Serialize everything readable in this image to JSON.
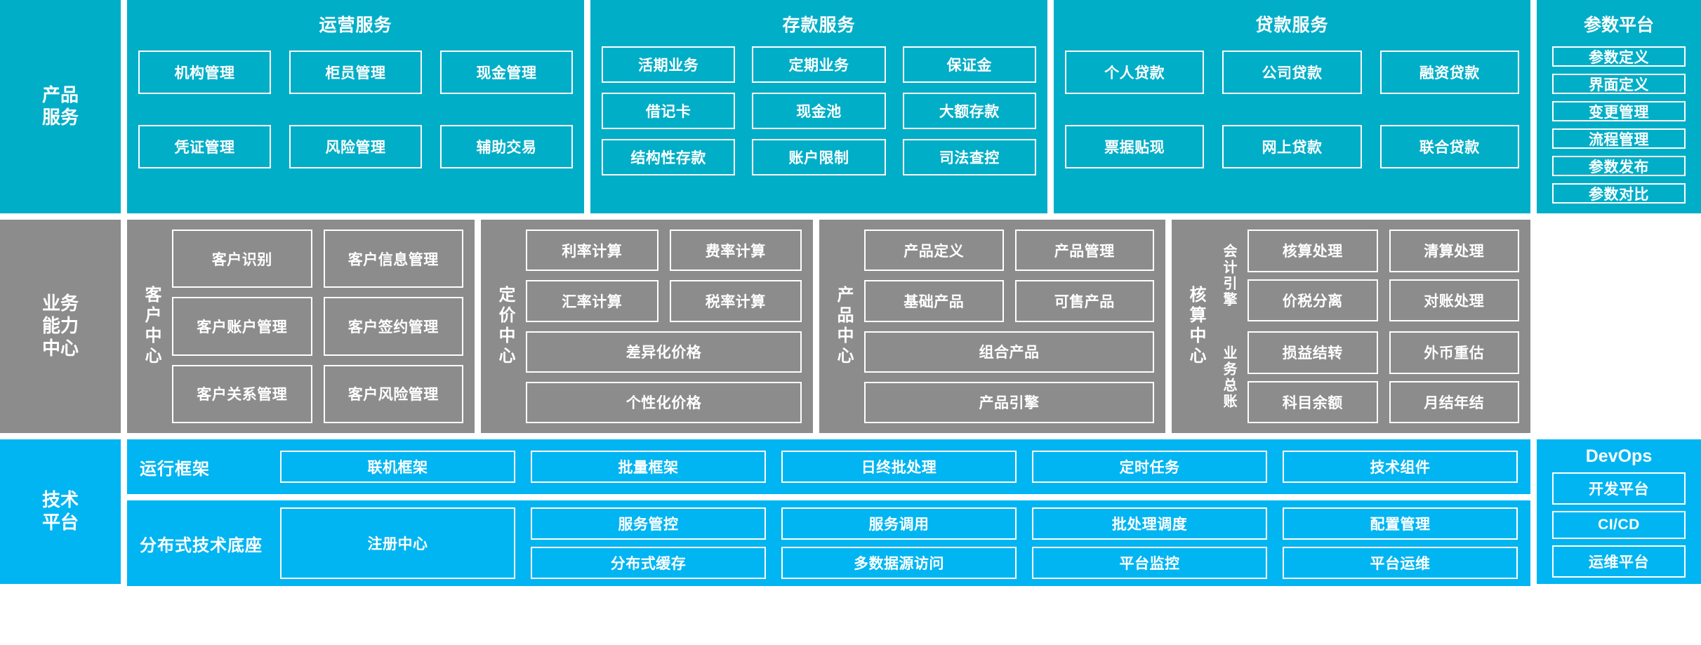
{
  "colors": {
    "product_band": "#00AEC7",
    "capability_band": "#8C8C8C",
    "tech_band": "#00B5F2",
    "border": "#FFFFFF",
    "text": "#FFFFFF",
    "page_background": "#FFFFFF"
  },
  "rows": {
    "product": {
      "axis_label": "产品\n服务",
      "groups": [
        {
          "title": "运营服务",
          "items": [
            "机构管理",
            "柜员管理",
            "现金管理",
            "凭证管理",
            "风险管理",
            "辅助交易"
          ]
        },
        {
          "title": "存款服务",
          "items": [
            "活期业务",
            "定期业务",
            "保证金",
            "借记卡",
            "现金池",
            "大额存款",
            "结构性存款",
            "账户限制",
            "司法查控"
          ]
        },
        {
          "title": "贷款服务",
          "items": [
            "个人贷款",
            "公司贷款",
            "融资贷款",
            "票据贴现",
            "网上贷款",
            "联合贷款"
          ]
        }
      ],
      "rail": {
        "title": "参数平台",
        "items": [
          "参数定义",
          "界面定义",
          "变更管理",
          "流程管理",
          "参数发布",
          "参数对比"
        ]
      }
    },
    "capability": {
      "axis_label": "业务\n能力\n中心",
      "centers": [
        {
          "label": "客户中心",
          "items": [
            "客户识别",
            "客户信息管理",
            "客户账户管理",
            "客户签约管理",
            "客户关系管理",
            "客户风险管理"
          ]
        },
        {
          "label": "定价中心",
          "items": [
            "利率计算",
            "费率计算",
            "汇率计算",
            "税率计算"
          ],
          "wide_items": [
            "差异化价格",
            "个性化价格"
          ]
        },
        {
          "label": "产品中心",
          "items": [
            "产品定义",
            "产品管理",
            "基础产品",
            "可售产品"
          ],
          "wide_items": [
            "组合产品",
            "产品引擎"
          ]
        },
        {
          "label": "核算中心",
          "subgroups": [
            {
              "label": "会计引擎",
              "items": [
                "核算处理",
                "清算处理",
                "价税分离",
                "对账处理"
              ]
            },
            {
              "label": "业务总账",
              "items": [
                "损益结转",
                "外币重估",
                "科目余额",
                "月结年结"
              ]
            }
          ]
        }
      ]
    },
    "tech": {
      "axis_label": "技术\n平台",
      "run_framework": {
        "label": "运行框架",
        "items": [
          "联机框架",
          "批量框架",
          "日终批处理",
          "定时任务",
          "技术组件"
        ]
      },
      "base_platform": {
        "label": "分布式技术底座",
        "registry": "注册中心",
        "items": [
          "服务管控",
          "服务调用",
          "批处理调度",
          "配置管理",
          "分布式缓存",
          "多数据源访问",
          "平台监控",
          "平台运维"
        ]
      },
      "devops": {
        "title": "DevOps",
        "items": [
          "开发平台",
          "CI/CD",
          "运维平台"
        ]
      }
    }
  }
}
